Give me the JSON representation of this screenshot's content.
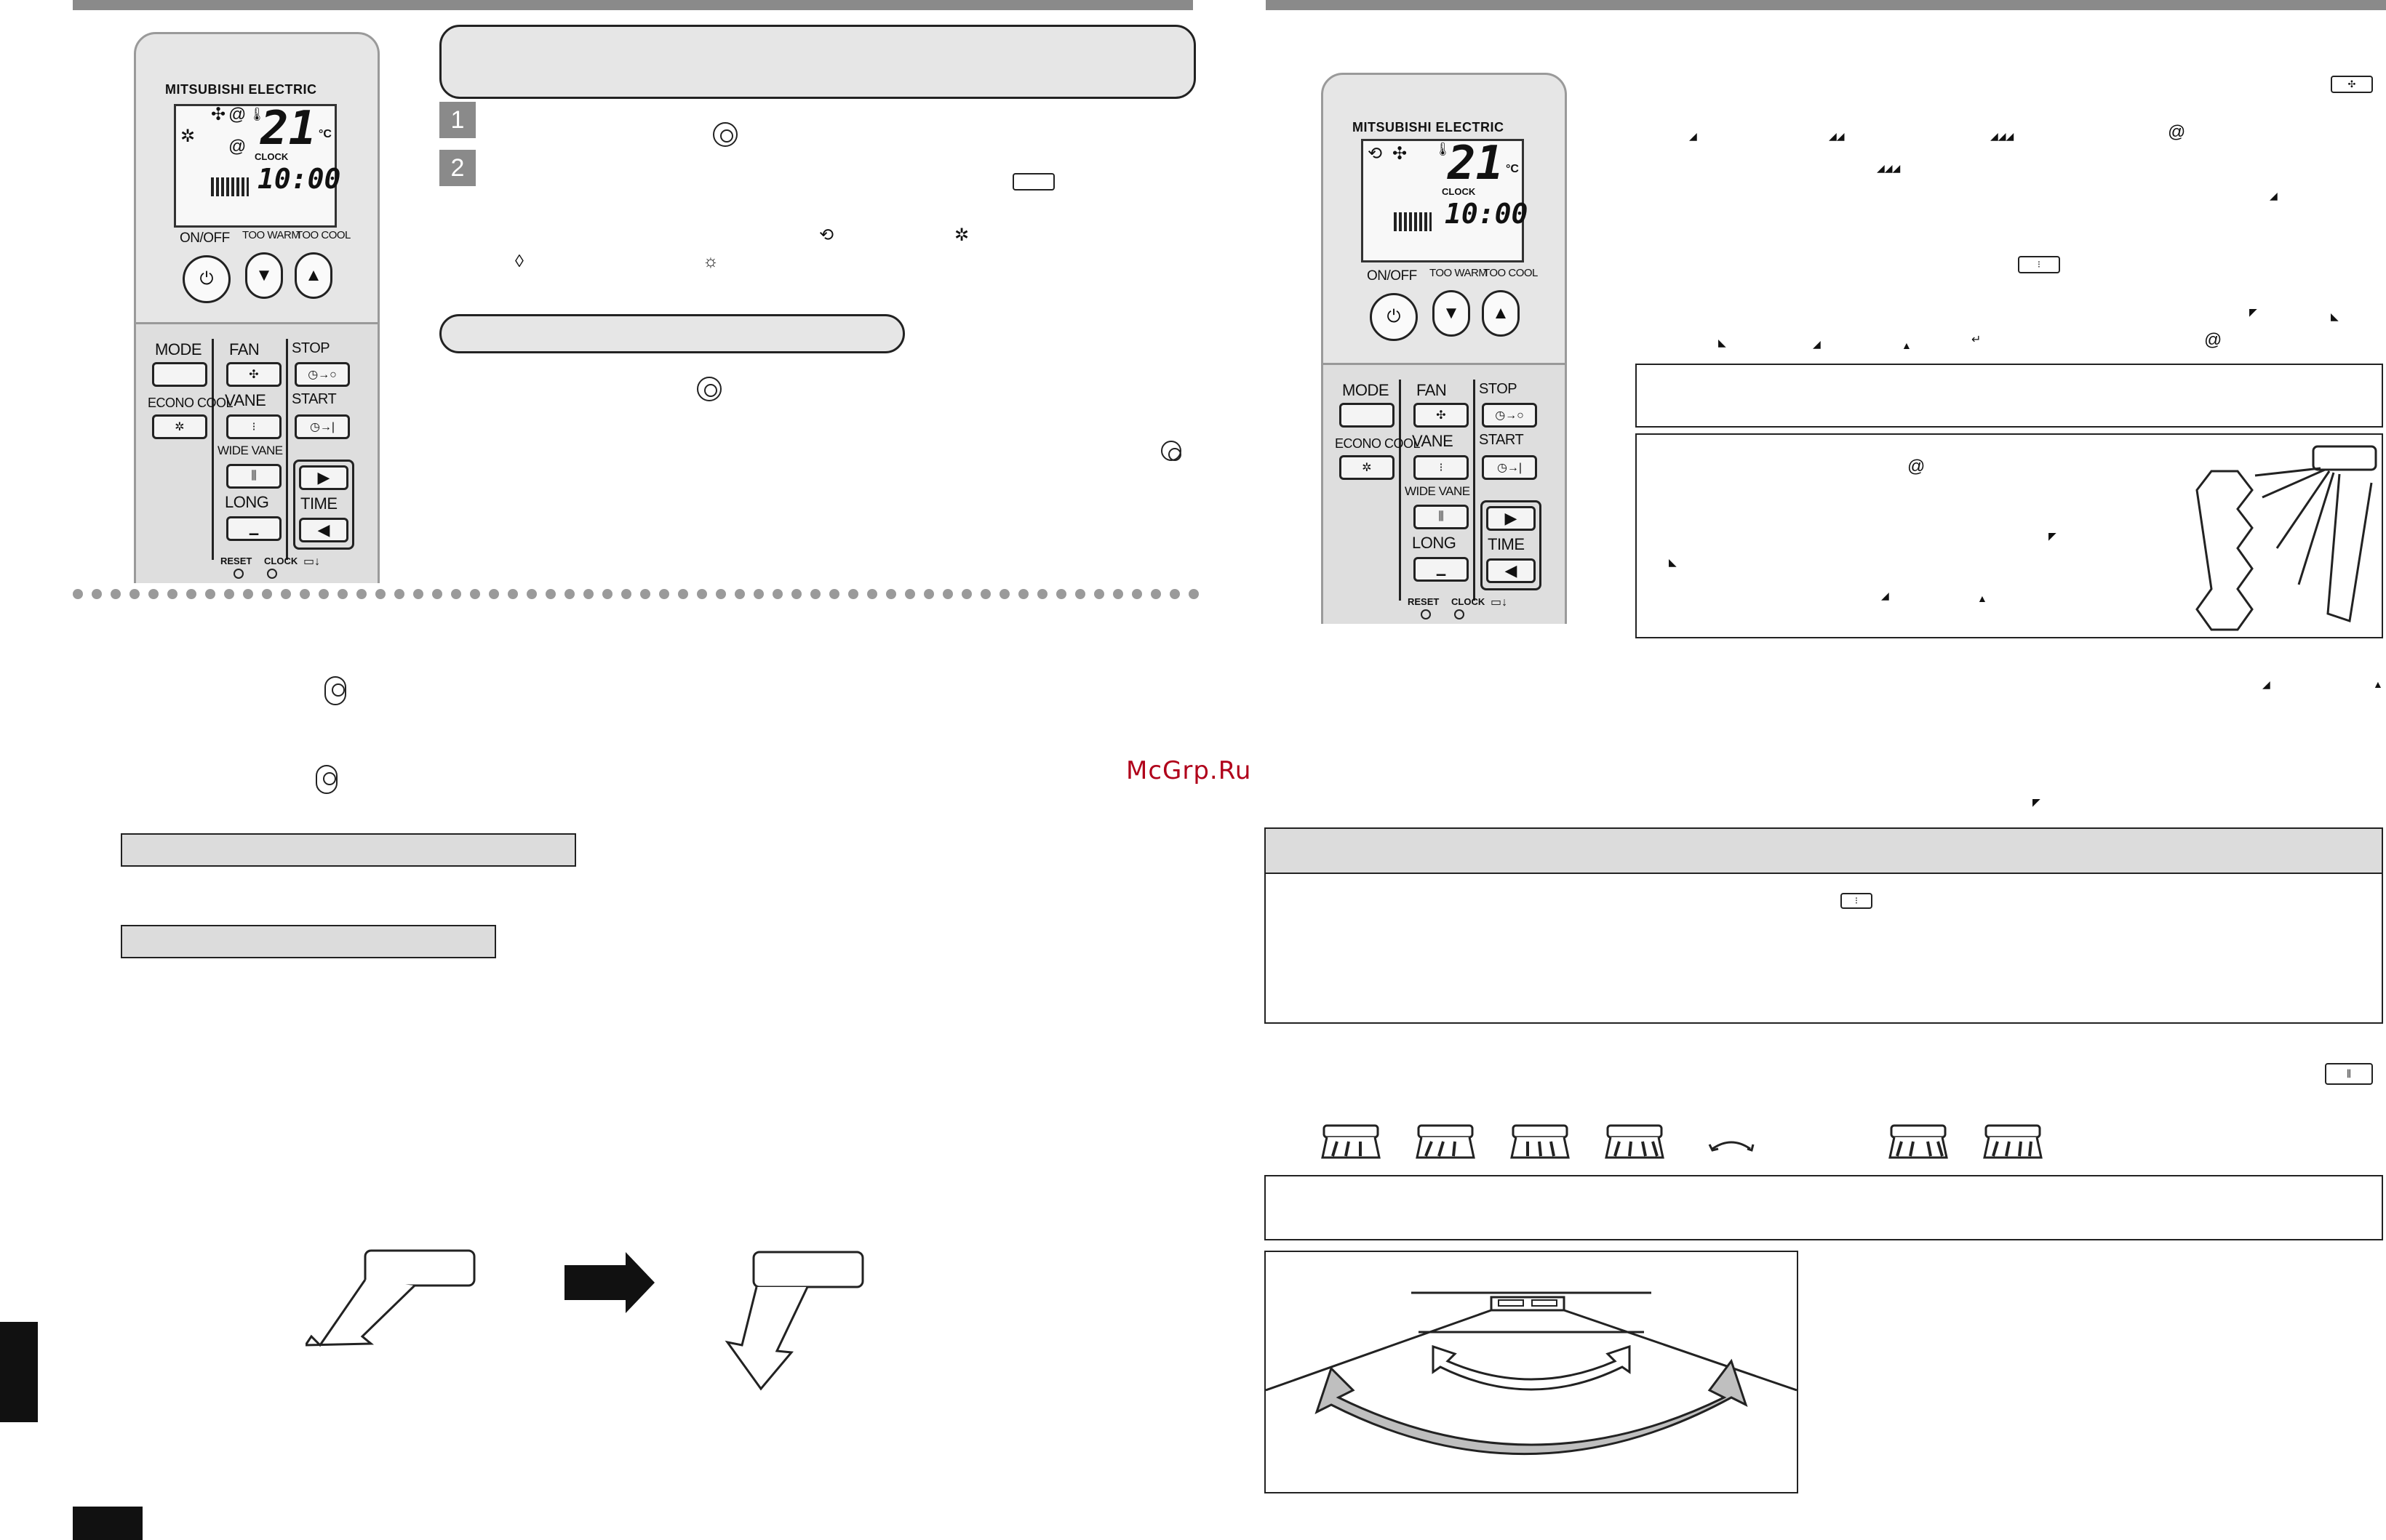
{
  "site": {
    "watermark": "McGrp.Ru"
  },
  "remote": {
    "brand": "MITSUBISHI ELECTRIC",
    "temperature": "21",
    "temp_unit": "°C",
    "clock_label": "CLOCK",
    "time": "10:00",
    "on_off": "ON/OFF",
    "too_warm": "TOO WARM",
    "too_cool": "TOO COOL",
    "mode": "MODE",
    "fan": "FAN",
    "stop": "STOP",
    "econo_cool": "ECONO COOL",
    "vane": "VANE",
    "start": "START",
    "wide_vane": "WIDE VANE",
    "long": "LONG",
    "time_label": "TIME",
    "reset": "RESET",
    "clock": "CLOCK"
  },
  "steps": [
    "1",
    "2"
  ],
  "icons": {
    "power": "power-button-icon",
    "fan": "fan-icon",
    "vane": "vane-icon",
    "wide_vane": "wide-vane-icon",
    "auto": "auto-mode-icon",
    "dry": "drop-icon",
    "heat": "sun-icon",
    "down": "down-arrow-icon",
    "up": "up-arrow-icon"
  },
  "colors": {
    "accent_gray": "#8a8a8a",
    "panel_gray": "#e6e6e6",
    "watermark_red": "#b0001a"
  }
}
